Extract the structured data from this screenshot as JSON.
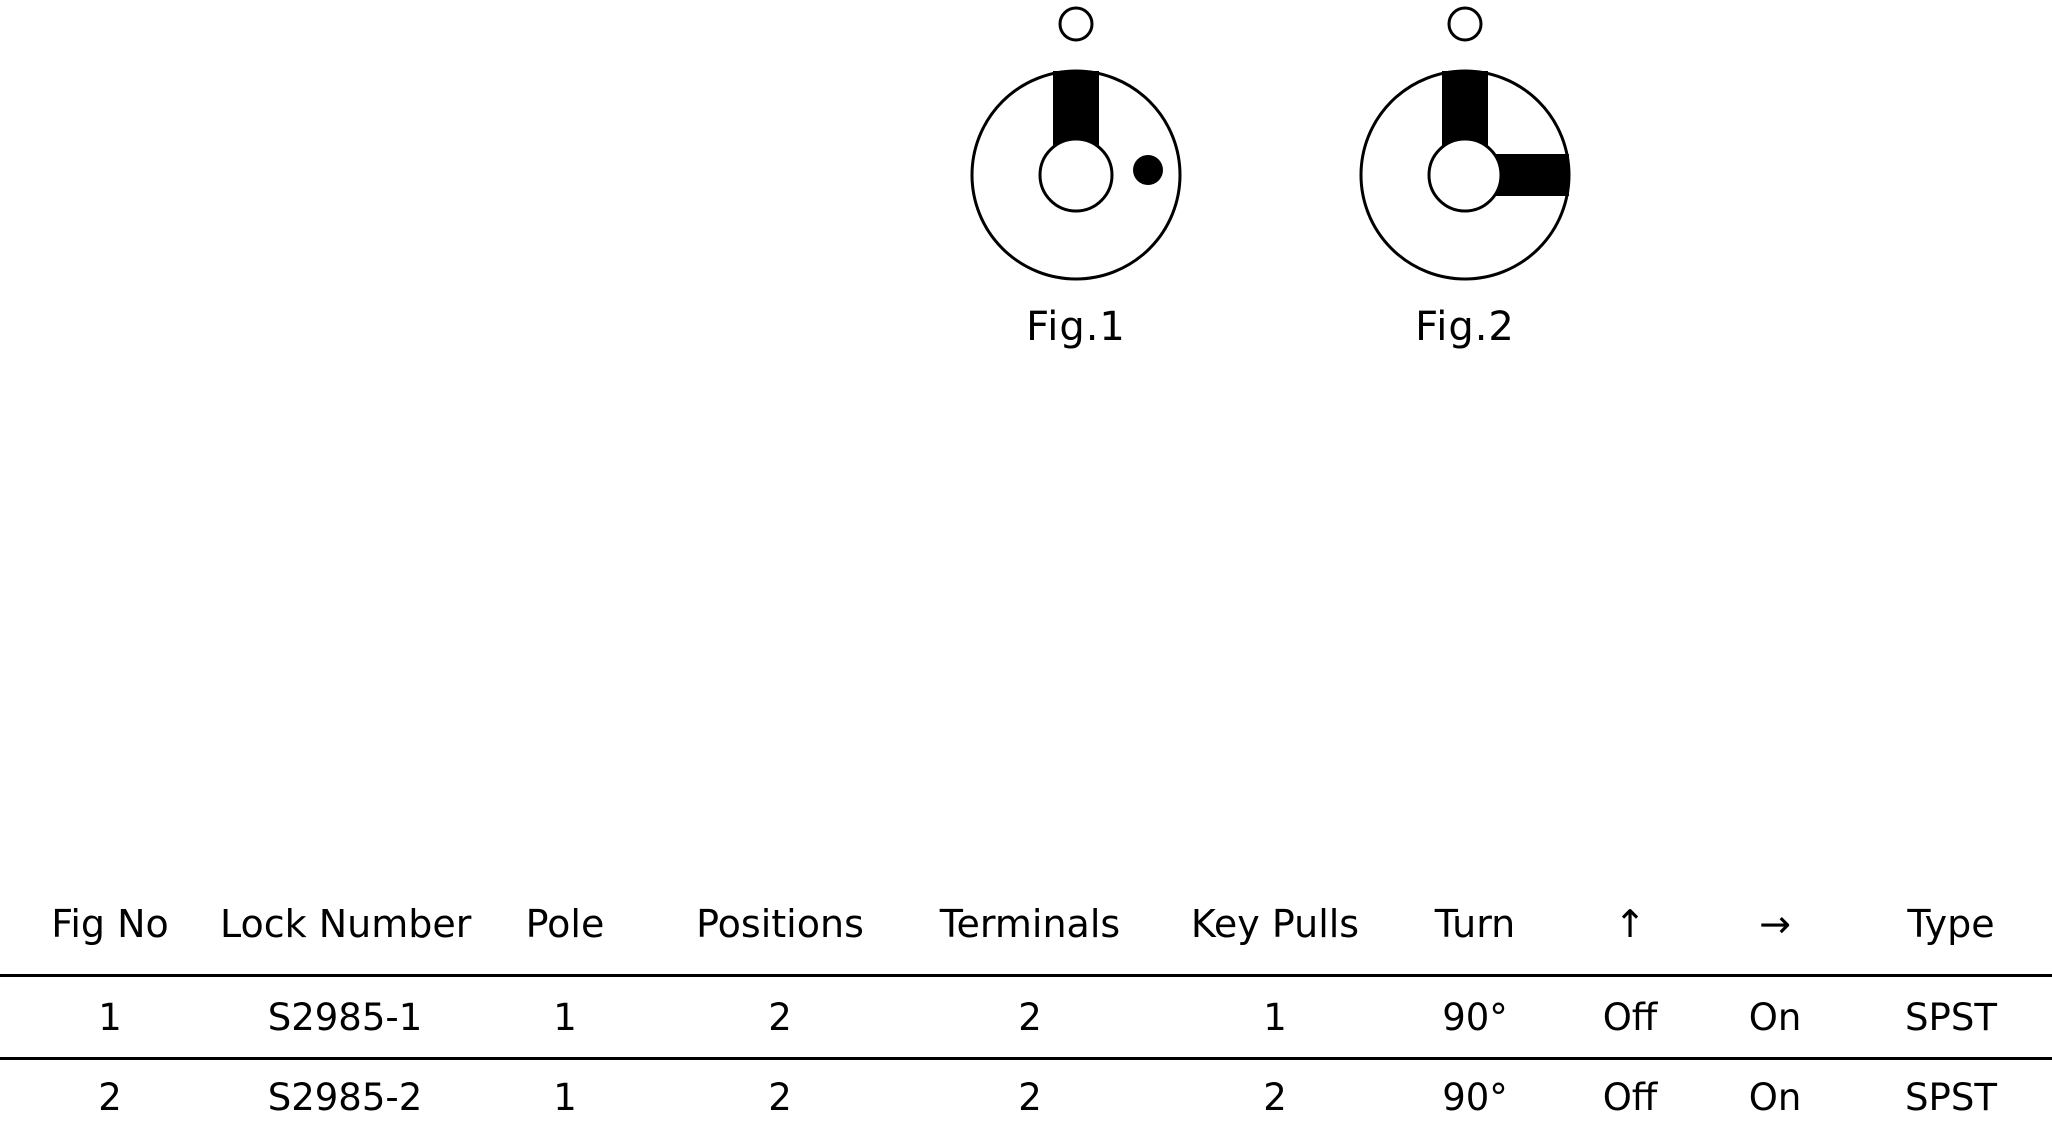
{
  "page": {
    "background_color": "#ffffff",
    "ink_color": "#000000"
  },
  "figures": [
    {
      "label": "Fig.1",
      "top_slot": true,
      "right_slot": false,
      "right_dot": true
    },
    {
      "label": "Fig.2",
      "top_slot": true,
      "right_slot": true,
      "right_dot": false
    }
  ],
  "table": {
    "headers": [
      "Fig No",
      "Lock Number",
      "Pole",
      "Positions",
      "Terminals",
      "Key Pulls",
      "Turn",
      "↑",
      "→",
      "Type"
    ],
    "rows": [
      [
        "1",
        "S2985-1",
        "1",
        "2",
        "2",
        "1",
        "90°",
        "Off",
        "On",
        "SPST"
      ],
      [
        "2",
        "S2985-2",
        "1",
        "2",
        "2",
        "2",
        "90°",
        "Off",
        "On",
        "SPST"
      ]
    ]
  }
}
